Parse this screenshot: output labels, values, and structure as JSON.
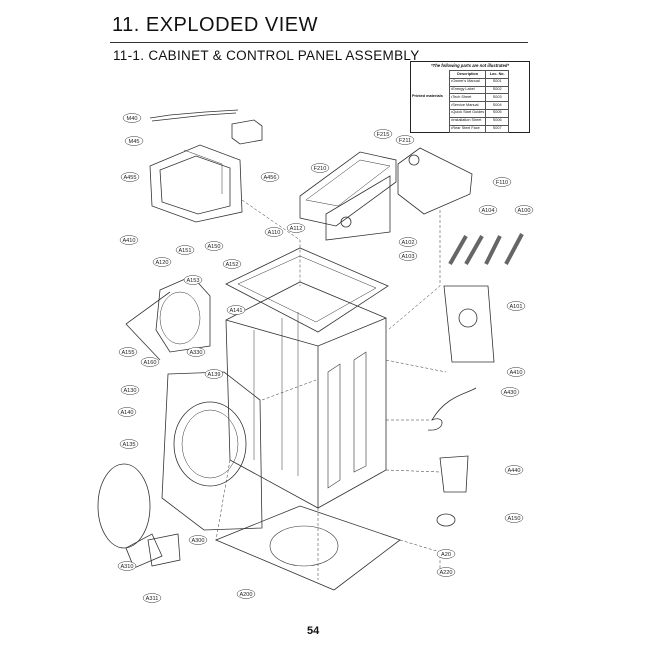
{
  "header": {
    "section_title": "11. EXPLODED VIEW",
    "subsection_title": "11-1. CABINET  & CONTROL PANEL ASSEMBLY"
  },
  "printed_materials": {
    "heading": "*The following parts are not illustrated*",
    "side_label": "Printed materials",
    "columns": [
      "Description",
      "Loc. No."
    ],
    "rows": [
      {
        "description": "•Owner's Manual",
        "loc": "S001"
      },
      {
        "description": "•Energy Label",
        "loc": "S002"
      },
      {
        "description": "•Tech Sheet",
        "loc": "S003"
      },
      {
        "description": "•Service Manual",
        "loc": "S004"
      },
      {
        "description": "•Quick Start Guides",
        "loc": "S005"
      },
      {
        "description": "•Installation Sheet",
        "loc": "S006"
      },
      {
        "description": "•Rear Steel Face",
        "loc": "S007"
      }
    ]
  },
  "callouts": [
    {
      "id": "c1",
      "text": "M40"
    },
    {
      "id": "c2",
      "text": "M45"
    },
    {
      "id": "c3",
      "text": "A455"
    },
    {
      "id": "c4",
      "text": "A456"
    },
    {
      "id": "c5",
      "text": "F215"
    },
    {
      "id": "c6",
      "text": "F211"
    },
    {
      "id": "c7",
      "text": "F210"
    },
    {
      "id": "c8",
      "text": "F110"
    },
    {
      "id": "c9",
      "text": "A104"
    },
    {
      "id": "c10",
      "text": "A100"
    },
    {
      "id": "c11",
      "text": "A110"
    },
    {
      "id": "c12",
      "text": "A112"
    },
    {
      "id": "c13",
      "text": "A410"
    },
    {
      "id": "c14",
      "text": "A150"
    },
    {
      "id": "c15",
      "text": "A151"
    },
    {
      "id": "c16",
      "text": "A120"
    },
    {
      "id": "c17",
      "text": "A152"
    },
    {
      "id": "c18",
      "text": "A153"
    },
    {
      "id": "c19",
      "text": "A141"
    },
    {
      "id": "c20",
      "text": "A101"
    },
    {
      "id": "c21",
      "text": "A102"
    },
    {
      "id": "c22",
      "text": "A103"
    },
    {
      "id": "c23",
      "text": "A155"
    },
    {
      "id": "c24",
      "text": "A160"
    },
    {
      "id": "c25",
      "text": "A330"
    },
    {
      "id": "c26",
      "text": "A139"
    },
    {
      "id": "c27",
      "text": "A130"
    },
    {
      "id": "c28",
      "text": "A140"
    },
    {
      "id": "c29",
      "text": "A410"
    },
    {
      "id": "c30",
      "text": "A430"
    },
    {
      "id": "c31",
      "text": "A135"
    },
    {
      "id": "c32",
      "text": "A440"
    },
    {
      "id": "c33",
      "text": "A300"
    },
    {
      "id": "c34",
      "text": "A310"
    },
    {
      "id": "c35",
      "text": "A311"
    },
    {
      "id": "c36",
      "text": "A200"
    },
    {
      "id": "c37",
      "text": "A20"
    },
    {
      "id": "c38",
      "text": "A220"
    },
    {
      "id": "c39",
      "text": "A150"
    }
  ],
  "page_number": "54"
}
